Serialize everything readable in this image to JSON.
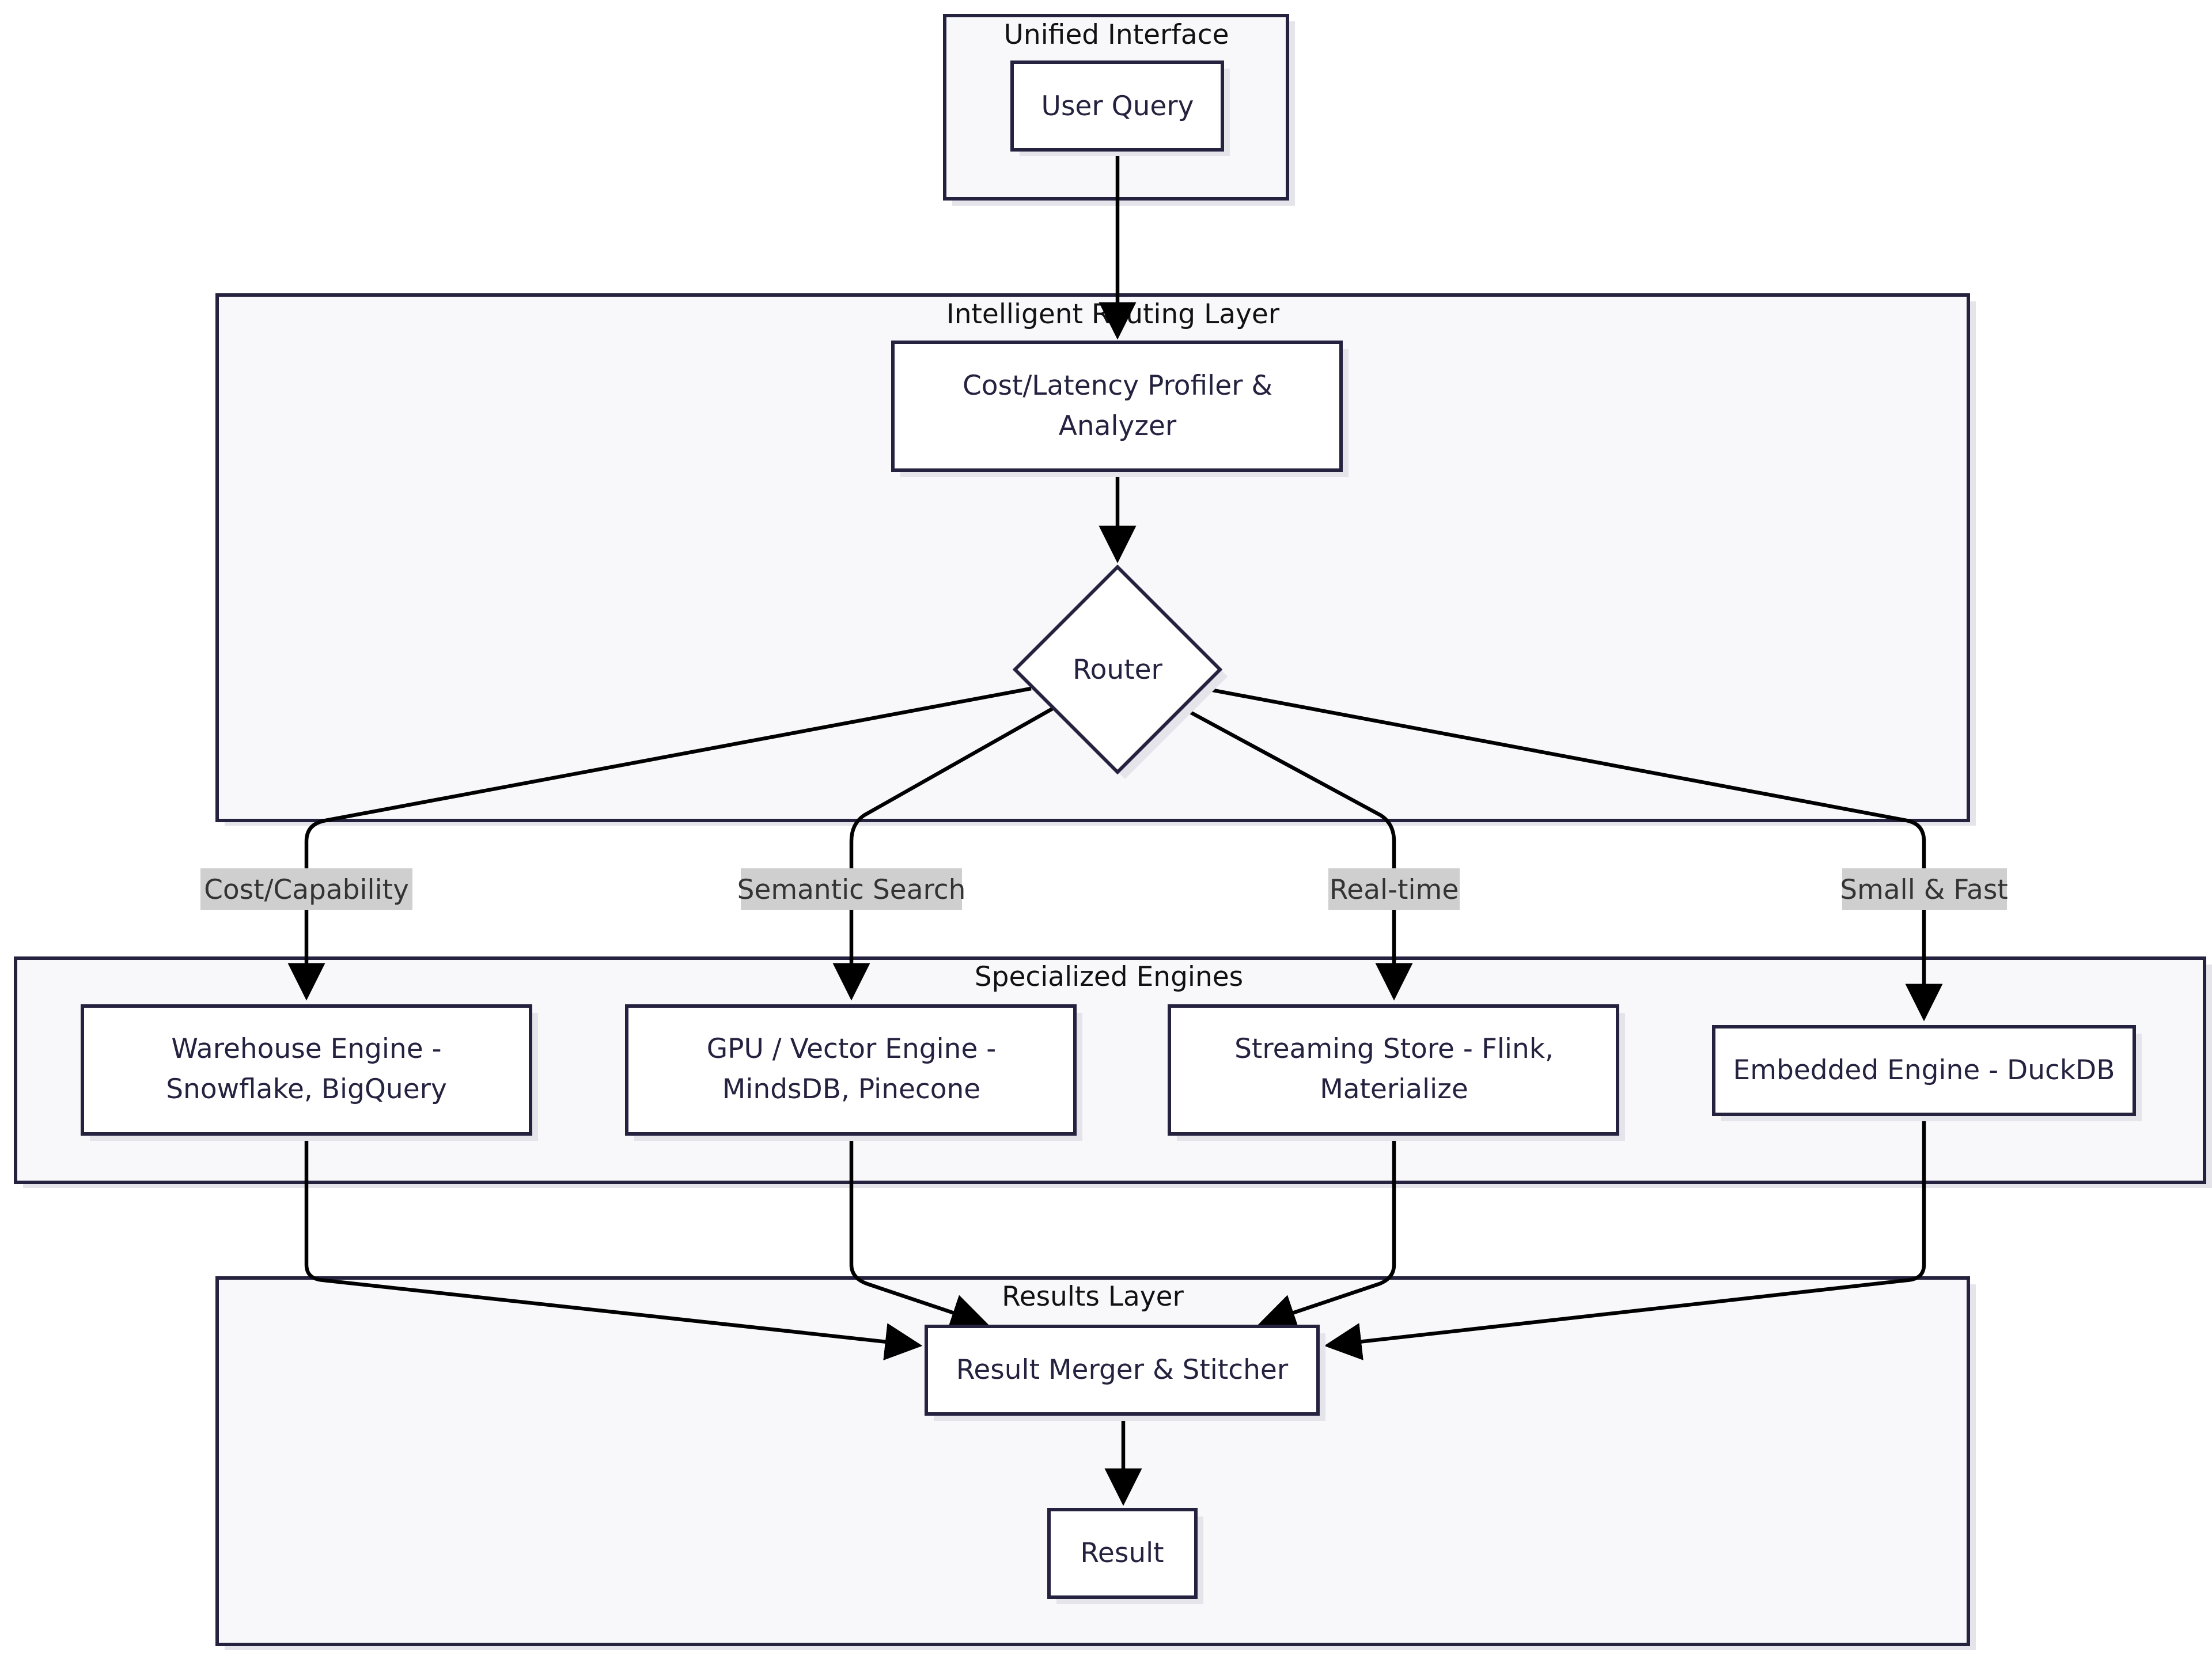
{
  "clusters": {
    "unified": "Unified Interface",
    "routing": "Intelligent Routing Layer",
    "engines": "Specialized Engines",
    "results": "Results Layer"
  },
  "nodes": {
    "user_query": "User Query",
    "profiler_l1": "Cost/Latency Profiler &",
    "profiler_l2": "Analyzer",
    "router": "Router",
    "warehouse_l1": "Warehouse Engine -",
    "warehouse_l2": "Snowflake, BigQuery",
    "gpu_l1": "GPU / Vector Engine -",
    "gpu_l2": "MindsDB, Pinecone",
    "streaming_l1": "Streaming Store - Flink,",
    "streaming_l2": "Materialize",
    "embedded": "Embedded Engine - DuckDB",
    "merger": "Result Merger & Stitcher",
    "result": "Result"
  },
  "edge_labels": {
    "cost_capability": "Cost/Capability",
    "semantic_search": "Semantic Search",
    "real_time": "Real-time",
    "small_fast": "Small & Fast"
  },
  "colors": {
    "cluster_fill": "#f8f8fb",
    "border": "#25223f",
    "edge": "#000000",
    "label_bg": "#cfcfcf"
  }
}
